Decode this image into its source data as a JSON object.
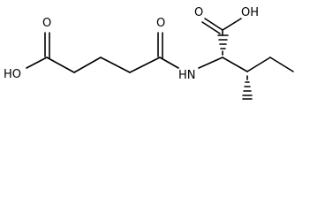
{
  "molecule": {
    "atom_labels": {
      "left_acid_hydroxyl": "HO",
      "left_acid_carbonyl_oxygen": "O",
      "amide_oxygen": "O",
      "amide_nitrogen": "HN",
      "right_acid_carbonyl_oxygen": "O",
      "right_acid_hydroxyl": "OH"
    }
  }
}
